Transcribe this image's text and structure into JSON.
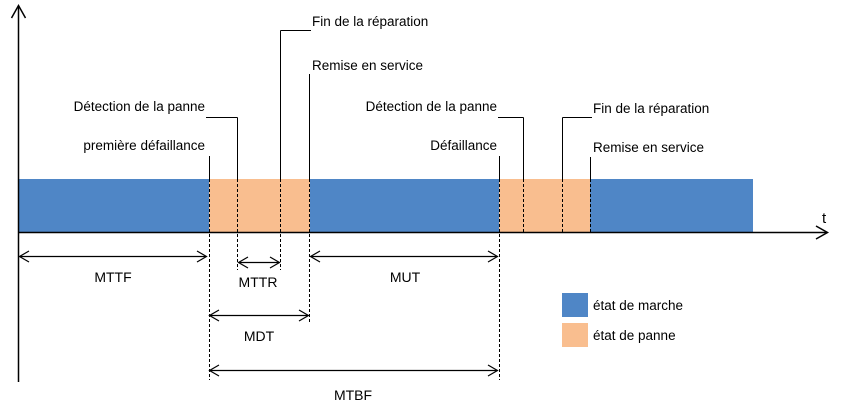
{
  "colors": {
    "running": "#4F86C6",
    "failure": "#F9BE8F",
    "line": "#000000"
  },
  "axis": {
    "time_label": "t"
  },
  "events": {
    "group1": {
      "fin_reparation": "Fin de la réparation",
      "remise_service": "Remise en service",
      "detection_panne": "Détection de la panne",
      "premiere_defaillance": "première défaillance"
    },
    "group2": {
      "detection_panne": "Détection de la panne",
      "defaillance": "Défaillance",
      "fin_reparation": "Fin de la réparation",
      "remise_service": "Remise en service"
    }
  },
  "measures": {
    "mttf": "MTTF",
    "mttr": "MTTR",
    "mut": "MUT",
    "mdt": "MDT",
    "mtbf": "MTBF"
  },
  "timeline": {
    "states": [
      "marche",
      "panne",
      "marche",
      "panne",
      "marche"
    ]
  },
  "legend": {
    "marche": "état de marche",
    "panne": "état de panne"
  }
}
